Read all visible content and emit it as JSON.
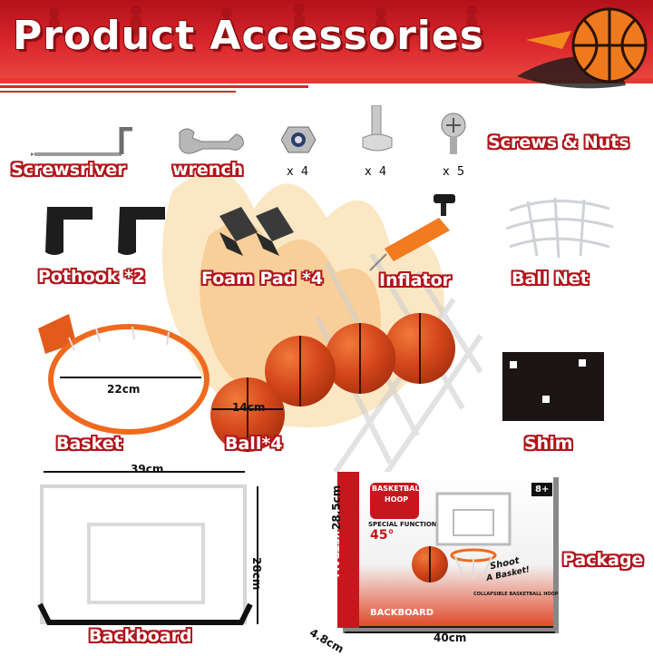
{
  "header": {
    "title": "Product Accessories"
  },
  "items": {
    "screwdriver": "Screwsriver",
    "wrench": "wrench",
    "nut_qty": "x 4",
    "bolt_qty": "x 4",
    "screw_qty": "x 5",
    "screws_nuts": "Screws & Nuts",
    "pothook": "Pothook *2",
    "foam_pad": "Foam Pad *4",
    "inflator": "Inflator",
    "ball_net": "Ball Net",
    "basket": "Basket",
    "basket_dim": "22cm",
    "balls": "Ball*4",
    "ball_dim": "14cm",
    "shim": "Shim",
    "backboard": "Backboard",
    "backboard_width": "39cm",
    "backboard_height": "28cm",
    "package": "Package",
    "package_height": "28.5cm",
    "package_width": "40cm",
    "package_depth": "4.8cm"
  },
  "box": {
    "brand_line1": "BASKETBALL",
    "brand_line2": "HOOP",
    "special": "SPECIAL FUNCTION",
    "angle": "45°",
    "side_text": "BASKETBALL",
    "age": "8+",
    "shoot": "Shoot",
    "basket_word": "A Basket!",
    "backboard_word": "BACKBOARD",
    "collapsible": "COLLAPSIBLE BASKETBALL HOOP"
  },
  "colors": {
    "accent": "#d9262c",
    "ball": "#d4461b",
    "hoop": "#ef6a1e"
  }
}
